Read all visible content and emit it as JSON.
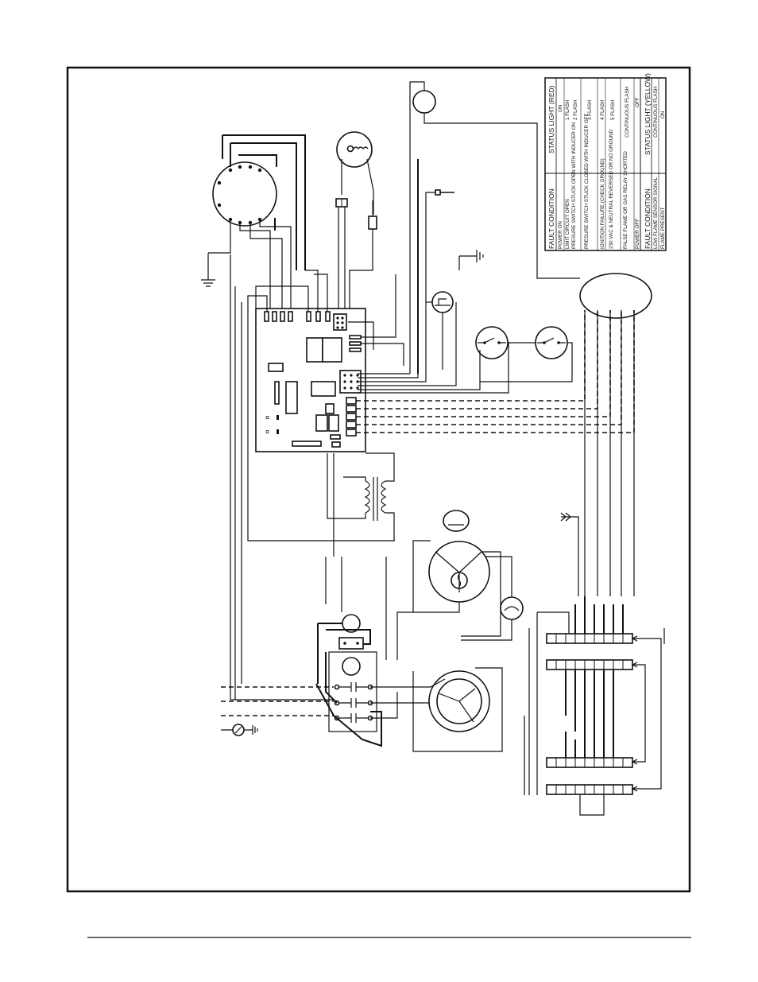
{
  "fault_table": {
    "header_condition": "FAULT CONDITION",
    "header_red": "STATUS LIGHT (RED)",
    "rows": [
      {
        "condition": "POWER ON",
        "status": "ON"
      },
      {
        "condition": "LIMIT CIRCUIT OPEN",
        "status": "1 FLASH"
      },
      {
        "condition": "PRESURE SWITCH STUCK OPEN WITH INDUCER ON",
        "status": "2 FLASH"
      },
      {
        "condition": "PRESURE SWITCH STUCK CLOSED WITH INDUCER OFF",
        "status": "3 FLASH"
      },
      {
        "condition": "IGNITION FAILURE (CHECK GROUND)",
        "status": "4 FLASH"
      },
      {
        "condition": "230 VAC & NEUTRAL REVERSED OR NO GROUND",
        "status": "5 FLASH"
      },
      {
        "condition": "FALSE FLAME OR GAS RELAY SHORTED",
        "status": "CONTINUOUS FLASH"
      },
      {
        "condition": "POWER OFF",
        "status": "OFF"
      }
    ],
    "header_condition_2": "FAULT CONDITION",
    "header_yellow": "STATUS LIGHT (YELLOW)",
    "rows_yellow": [
      {
        "condition": "LOW FLAME SENSOR SIGNAL",
        "status": "CONTINUOUS FLASH"
      },
      {
        "condition": "FLAME PRESENT",
        "status": "ON"
      }
    ]
  },
  "colors": {
    "line": "#111111",
    "background": "#ffffff"
  }
}
